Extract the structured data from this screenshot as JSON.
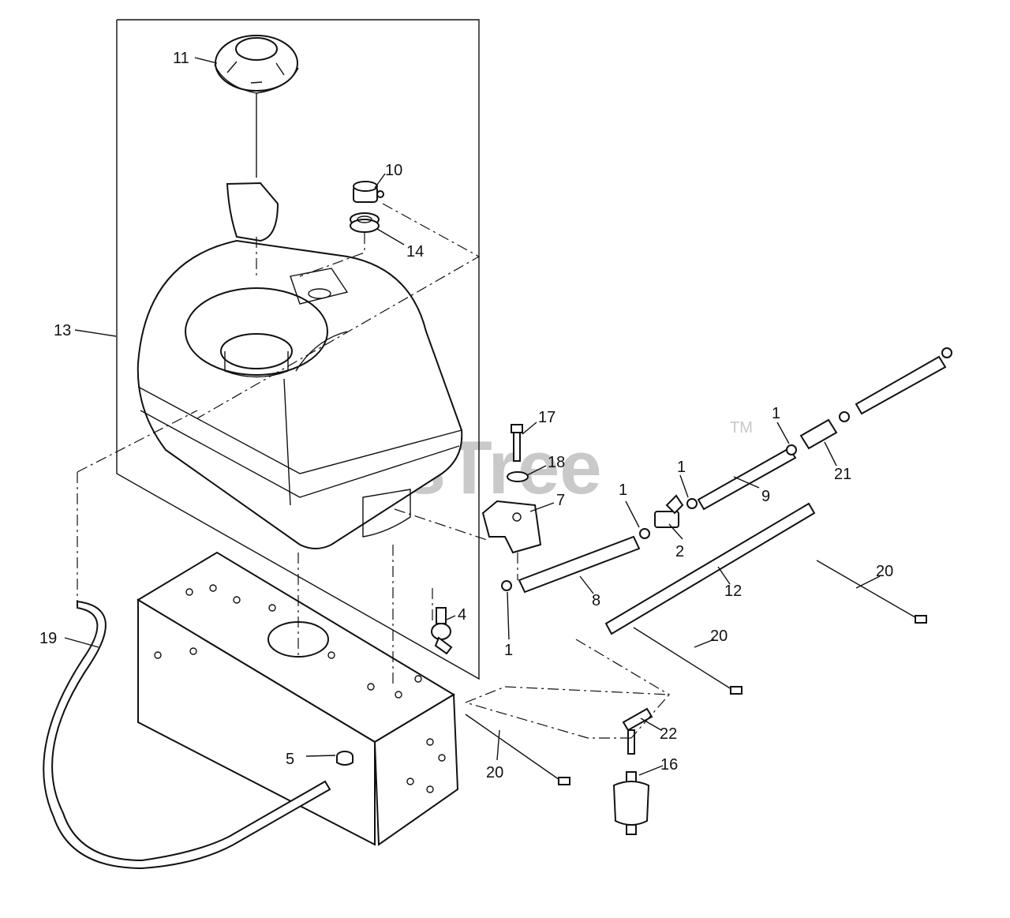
{
  "watermark": {
    "text": "PartsTree",
    "mark": "TM"
  },
  "callouts": {
    "c1a": "1",
    "c1b": "1",
    "c1c": "1",
    "c1d": "1",
    "c2": "2",
    "c4": "4",
    "c5": "5",
    "c7": "7",
    "c8": "8",
    "c9": "9",
    "c10": "10",
    "c11": "11",
    "c12": "12",
    "c13": "13",
    "c14": "14",
    "c16": "16",
    "c17": "17",
    "c18": "18",
    "c19": "19",
    "c20a": "20",
    "c20b": "20",
    "c20c": "20",
    "c21": "21",
    "c22": "22"
  }
}
